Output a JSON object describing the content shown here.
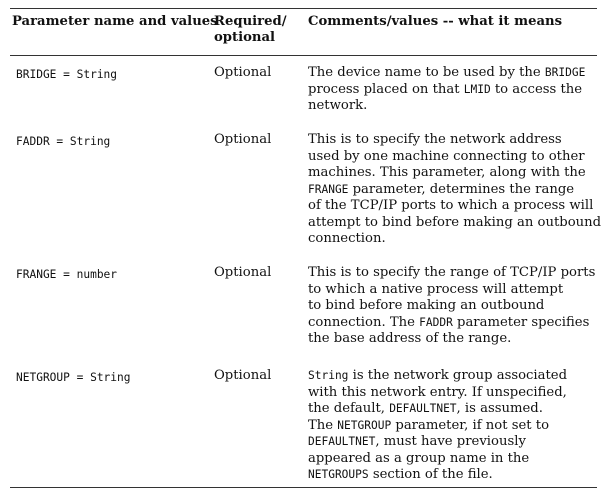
{
  "table": {
    "headers": {
      "param": "Parameter name and values",
      "required_line1": "Required/",
      "required_line2": "optional",
      "comments": "Comments/values -- what it means"
    },
    "rows": [
      {
        "param": "BRIDGE = String",
        "required": "Optional",
        "lines": [
          [
            {
              "t": "The device name to be used by the "
            },
            {
              "t": "BRIDGE",
              "code": true
            }
          ],
          [
            {
              "t": "process placed on that "
            },
            {
              "t": "LMID",
              "code": true
            },
            {
              "t": " to access the"
            }
          ],
          [
            {
              "t": "network."
            }
          ]
        ]
      },
      {
        "param": "FADDR = String",
        "required": "Optional",
        "lines": [
          [
            {
              "t": "This is to specify the network address"
            }
          ],
          [
            {
              "t": "used by one machine connecting to other"
            }
          ],
          [
            {
              "t": "machines. This parameter, along with the"
            }
          ],
          [
            {
              "t": "FRANGE",
              "code": true
            },
            {
              "t": " parameter, determines the range"
            }
          ],
          [
            {
              "t": "of the TCP/IP ports to which a process will"
            }
          ],
          [
            {
              "t": "attempt to bind before making an outbound"
            }
          ],
          [
            {
              "t": "connection."
            }
          ]
        ]
      },
      {
        "param": "FRANGE = number",
        "required": "Optional",
        "lines": [
          [
            {
              "t": "This is to specify the range of TCP/IP ports"
            }
          ],
          [
            {
              "t": "to which a native process will attempt"
            }
          ],
          [
            {
              "t": "to bind before making an outbound"
            }
          ],
          [
            {
              "t": "connection. The "
            },
            {
              "t": "FADDR",
              "code": true
            },
            {
              "t": " parameter specifies"
            }
          ],
          [
            {
              "t": "the base address of the range."
            }
          ]
        ]
      },
      {
        "param": "NETGROUP = String",
        "required": "Optional",
        "lines": [
          [
            {
              "t": "String",
              "code": true
            },
            {
              "t": " is the network group associated"
            }
          ],
          [
            {
              "t": "with this network entry. If unspecified,"
            }
          ],
          [
            {
              "t": "the default, "
            },
            {
              "t": "DEFAULTNET",
              "code": true
            },
            {
              "t": ", is assumed."
            }
          ],
          [
            {
              "t": "The "
            },
            {
              "t": "NETGROUP",
              "code": true
            },
            {
              "t": " parameter, if not set to"
            }
          ],
          [
            {
              "t": "DEFAULTNET",
              "code": true
            },
            {
              "t": ", must have previously"
            }
          ],
          [
            {
              "t": "appeared as a group name in the"
            }
          ],
          [
            {
              "t": "NETGROUPS",
              "code": true
            },
            {
              "t": " section of the file."
            }
          ]
        ]
      }
    ]
  }
}
